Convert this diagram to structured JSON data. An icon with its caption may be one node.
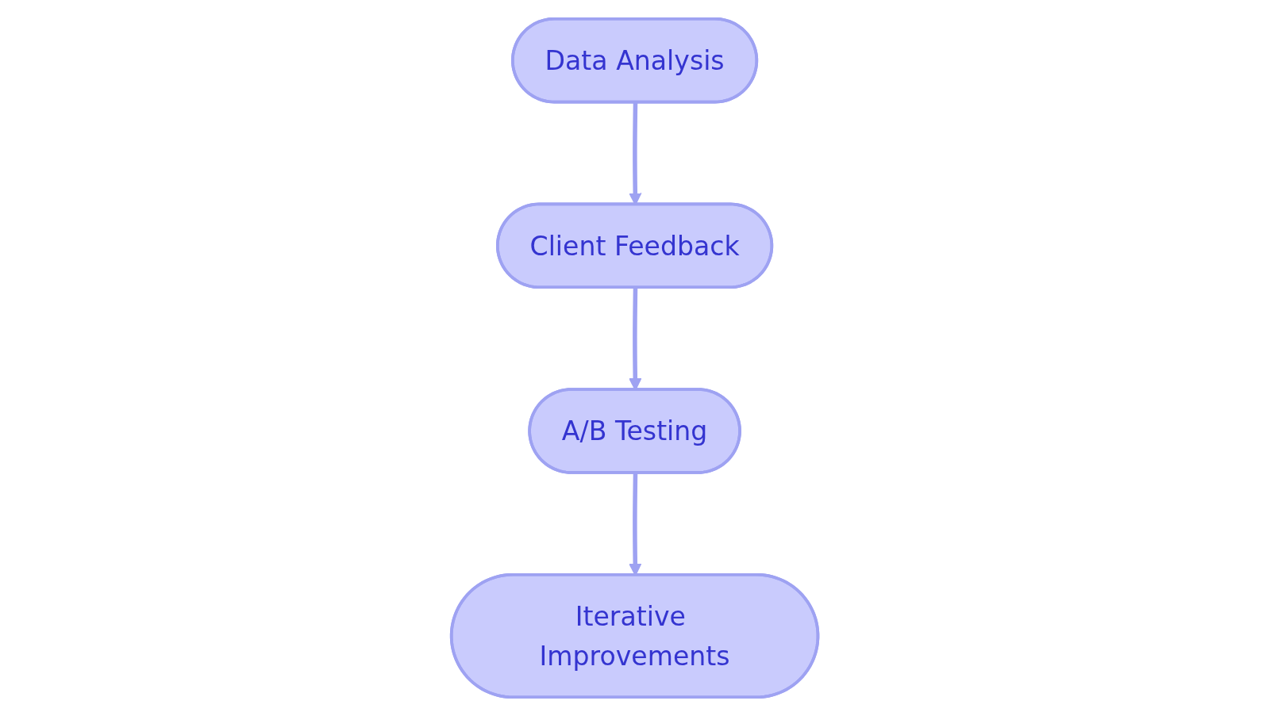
{
  "diagram": {
    "nodes": [
      {
        "text": [
          "Data Analysis"
        ]
      },
      {
        "text": [
          "Client Feedback"
        ]
      },
      {
        "text": [
          "A/B Testing"
        ]
      },
      {
        "text": [
          "Iterative Improvements"
        ]
      }
    ],
    "edges": [
      {
        "from": 0,
        "to": 1,
        "arrow": "to"
      },
      {
        "from": 1,
        "to": 2,
        "arrow": "to"
      },
      {
        "from": 2,
        "to": 3,
        "arrow": "to"
      }
    ]
  }
}
